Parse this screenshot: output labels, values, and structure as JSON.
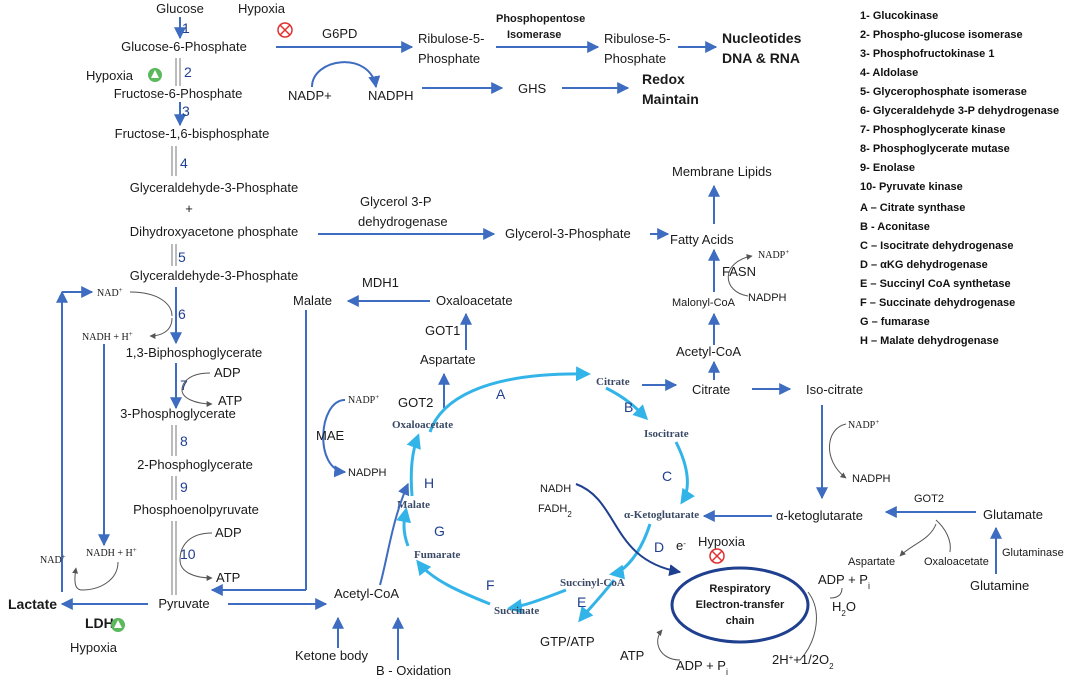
{
  "colors": {
    "arrow": "#3d6cc0",
    "cycle_arrow": "#33b4e8",
    "inhibit": "#e03030",
    "activate": "#5cb85c",
    "etc_border": "#1f3f8f"
  },
  "metabolites": {
    "glucose": "Glucose",
    "g6p": "Glucose-6-Phosphate",
    "f6p": "Fructose-6-Phosphate",
    "f16bp": "Fructose-1,6-bisphosphate",
    "g3p_a": "Glyceraldehyde-3-Phosphate",
    "plus": "+",
    "dhap": "Dihydroxyacetone phosphate",
    "g3p_b": "Glyceraldehyde-3-Phosphate",
    "bpg13": "1,3-Biphosphoglycerate",
    "pg3": "3-Phosphoglycerate",
    "pg2": "2-Phosphoglycerate",
    "pep": "Phosphoenolpyruvate",
    "pyruvate": "Pyruvate",
    "lactate": "Lactate",
    "ru5p_1": "Ribulose-5-",
    "ru5p_2": "Phosphate",
    "r5p_1": "Ribulose-5-",
    "r5p_2": "Phosphate",
    "nuc_1": "Nucleotides",
    "nuc_2": "DNA & RNA",
    "ghs": "GHS",
    "redox_1": "Redox",
    "redox_2": "Maintain",
    "nadp_plus": "NADP+",
    "nadph": "NADPH",
    "glycerol3p": "Glycerol-3-Phosphate",
    "membrane": "Membrane Lipids",
    "fatty": "Fatty Acids",
    "malonyl": "Malonyl-CoA",
    "acetylcoa_top": "Acetyl-CoA",
    "citrate_out": "Citrate",
    "isocitrate_out": "Iso-citrate",
    "akg_out": "α-ketoglutarate",
    "glutamate": "Glutamate",
    "glutamine": "Glutamine",
    "aspartate_r": "Aspartate",
    "oaa_r": "Oxaloacetate",
    "malate_top": "Malate",
    "oaa_top": "Oxaloacetate",
    "aspartate_mid": "Aspartate",
    "acetylcoa_bot": "Acetyl-CoA",
    "ketone": "Ketone body",
    "boxid": "B - Oxidation",
    "gtp": "GTP/ATP",
    "atp_etc": "ATP",
    "adp_etc": "ADP + P",
    "adp_etc_sub": "i",
    "adp_r": "ADP + P",
    "adp_r_sub": "i",
    "h2o": "H",
    "h2o_sub": "2",
    "h2o_tail": "O",
    "twoh": "2H",
    "twoh_sup": "+",
    "twoh_tail": "+1/2O",
    "twoh_sub": "2"
  },
  "cycle": {
    "citrate": "Citrate",
    "isocitrate": "Isocitrate",
    "akg": "α-Ketoglutarate",
    "succoa": "Succinyl-CoA",
    "succinate": "Succinate",
    "fumarate": "Fumarate",
    "malate": "Malate",
    "oaa": "Oxaloacetate",
    "letters": {
      "A": "A",
      "B": "B",
      "C": "C",
      "D": "D",
      "E": "E",
      "F": "F",
      "G": "G",
      "H": "H"
    },
    "nadh": "NADH",
    "fadh": "FADH",
    "fadh_sub": "2",
    "eminus": "e",
    "eminus_sup": "-"
  },
  "cofactors": {
    "nadp_sup": "NADP",
    "plus_sup": "+",
    "nadph": "NADPH",
    "nad_top": "NAD",
    "nadh_top": "NADH + H",
    "adp": "ADP",
    "atp": "ATP",
    "nad_low": "NAD",
    "nadh_low": "NADH + H"
  },
  "enzymes": {
    "g6pd": "G6PD",
    "ppi_1": "Phosphopentose",
    "ppi_2": "Isomerase",
    "g3pdh_1": "Glycerol 3-P",
    "g3pdh_2": "dehydrogenase",
    "mdh1": "MDH1",
    "got1": "GOT1",
    "got2_mid": "GOT2",
    "mae": "MAE",
    "fasn": "FASN",
    "got2_r": "GOT2",
    "glutaminase": "Glutaminase",
    "ldh": "LDH"
  },
  "steps": {
    "s1": "1",
    "s2": "2",
    "s3": "3",
    "s4": "4",
    "s5": "5",
    "s6": "6",
    "s7": "7",
    "s8": "8",
    "s9": "9",
    "s10": "10"
  },
  "hypoxia": {
    "top": "Hypoxia",
    "left": "Hypoxia",
    "bottom": "Hypoxia",
    "etc": "Hypoxia"
  },
  "etc": {
    "line1": "Respiratory",
    "line2": "Electron-transfer",
    "line3": "chain"
  },
  "legend": [
    "1- Glucokinase",
    "2- Phospho-glucose  isomerase",
    "3- Phosphofructokinase  1",
    "4- Aldolase",
    "5- Glycerophosphate  isomerase",
    "6- Glyceraldehyde  3-P dehydrogenase",
    "7- Phosphoglycerate  kinase",
    "8- Phosphoglycerate  mutase",
    "9- Enolase",
    "10- Pyruvate kinase",
    "A –  Citrate synthase",
    "B -  Aconitase",
    "C – Isocitrate dehydrogenase",
    "D – αKG dehydrogenase",
    "E – Succinyl CoA synthetase",
    "F – Succinate  dehydrogenase",
    "G – fumarase",
    "H – Malate dehydrogenase"
  ]
}
